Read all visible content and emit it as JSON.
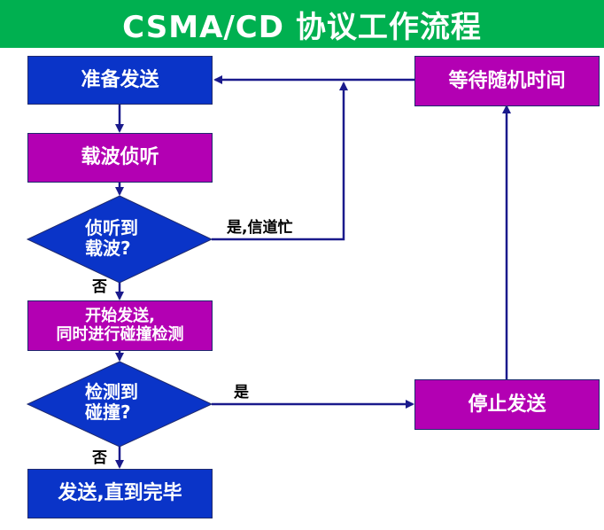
{
  "title": "CSMA/CD 协议工作流程",
  "nodes": {
    "prepare_send": "准备发送",
    "carrier_sense": "载波侦听",
    "decision_carrier": [
      "侦听到",
      "载波?"
    ],
    "start_send": [
      "开始发送,",
      "同时进行碰撞检测"
    ],
    "decision_collision": [
      "检测到",
      "碰撞?"
    ],
    "send_until_done": "发送,直到完毕",
    "stop_send": "停止发送",
    "wait_random": "等待随机时间"
  },
  "labels": {
    "yes_busy": "是,信道忙",
    "no_1": "否",
    "yes_collision": "是",
    "no_2": "否"
  },
  "colors": {
    "title_bg": "#00b050",
    "box_blue": "#0a34c8",
    "box_purple": "#b300b3",
    "arrow": "#1a1a8c"
  }
}
